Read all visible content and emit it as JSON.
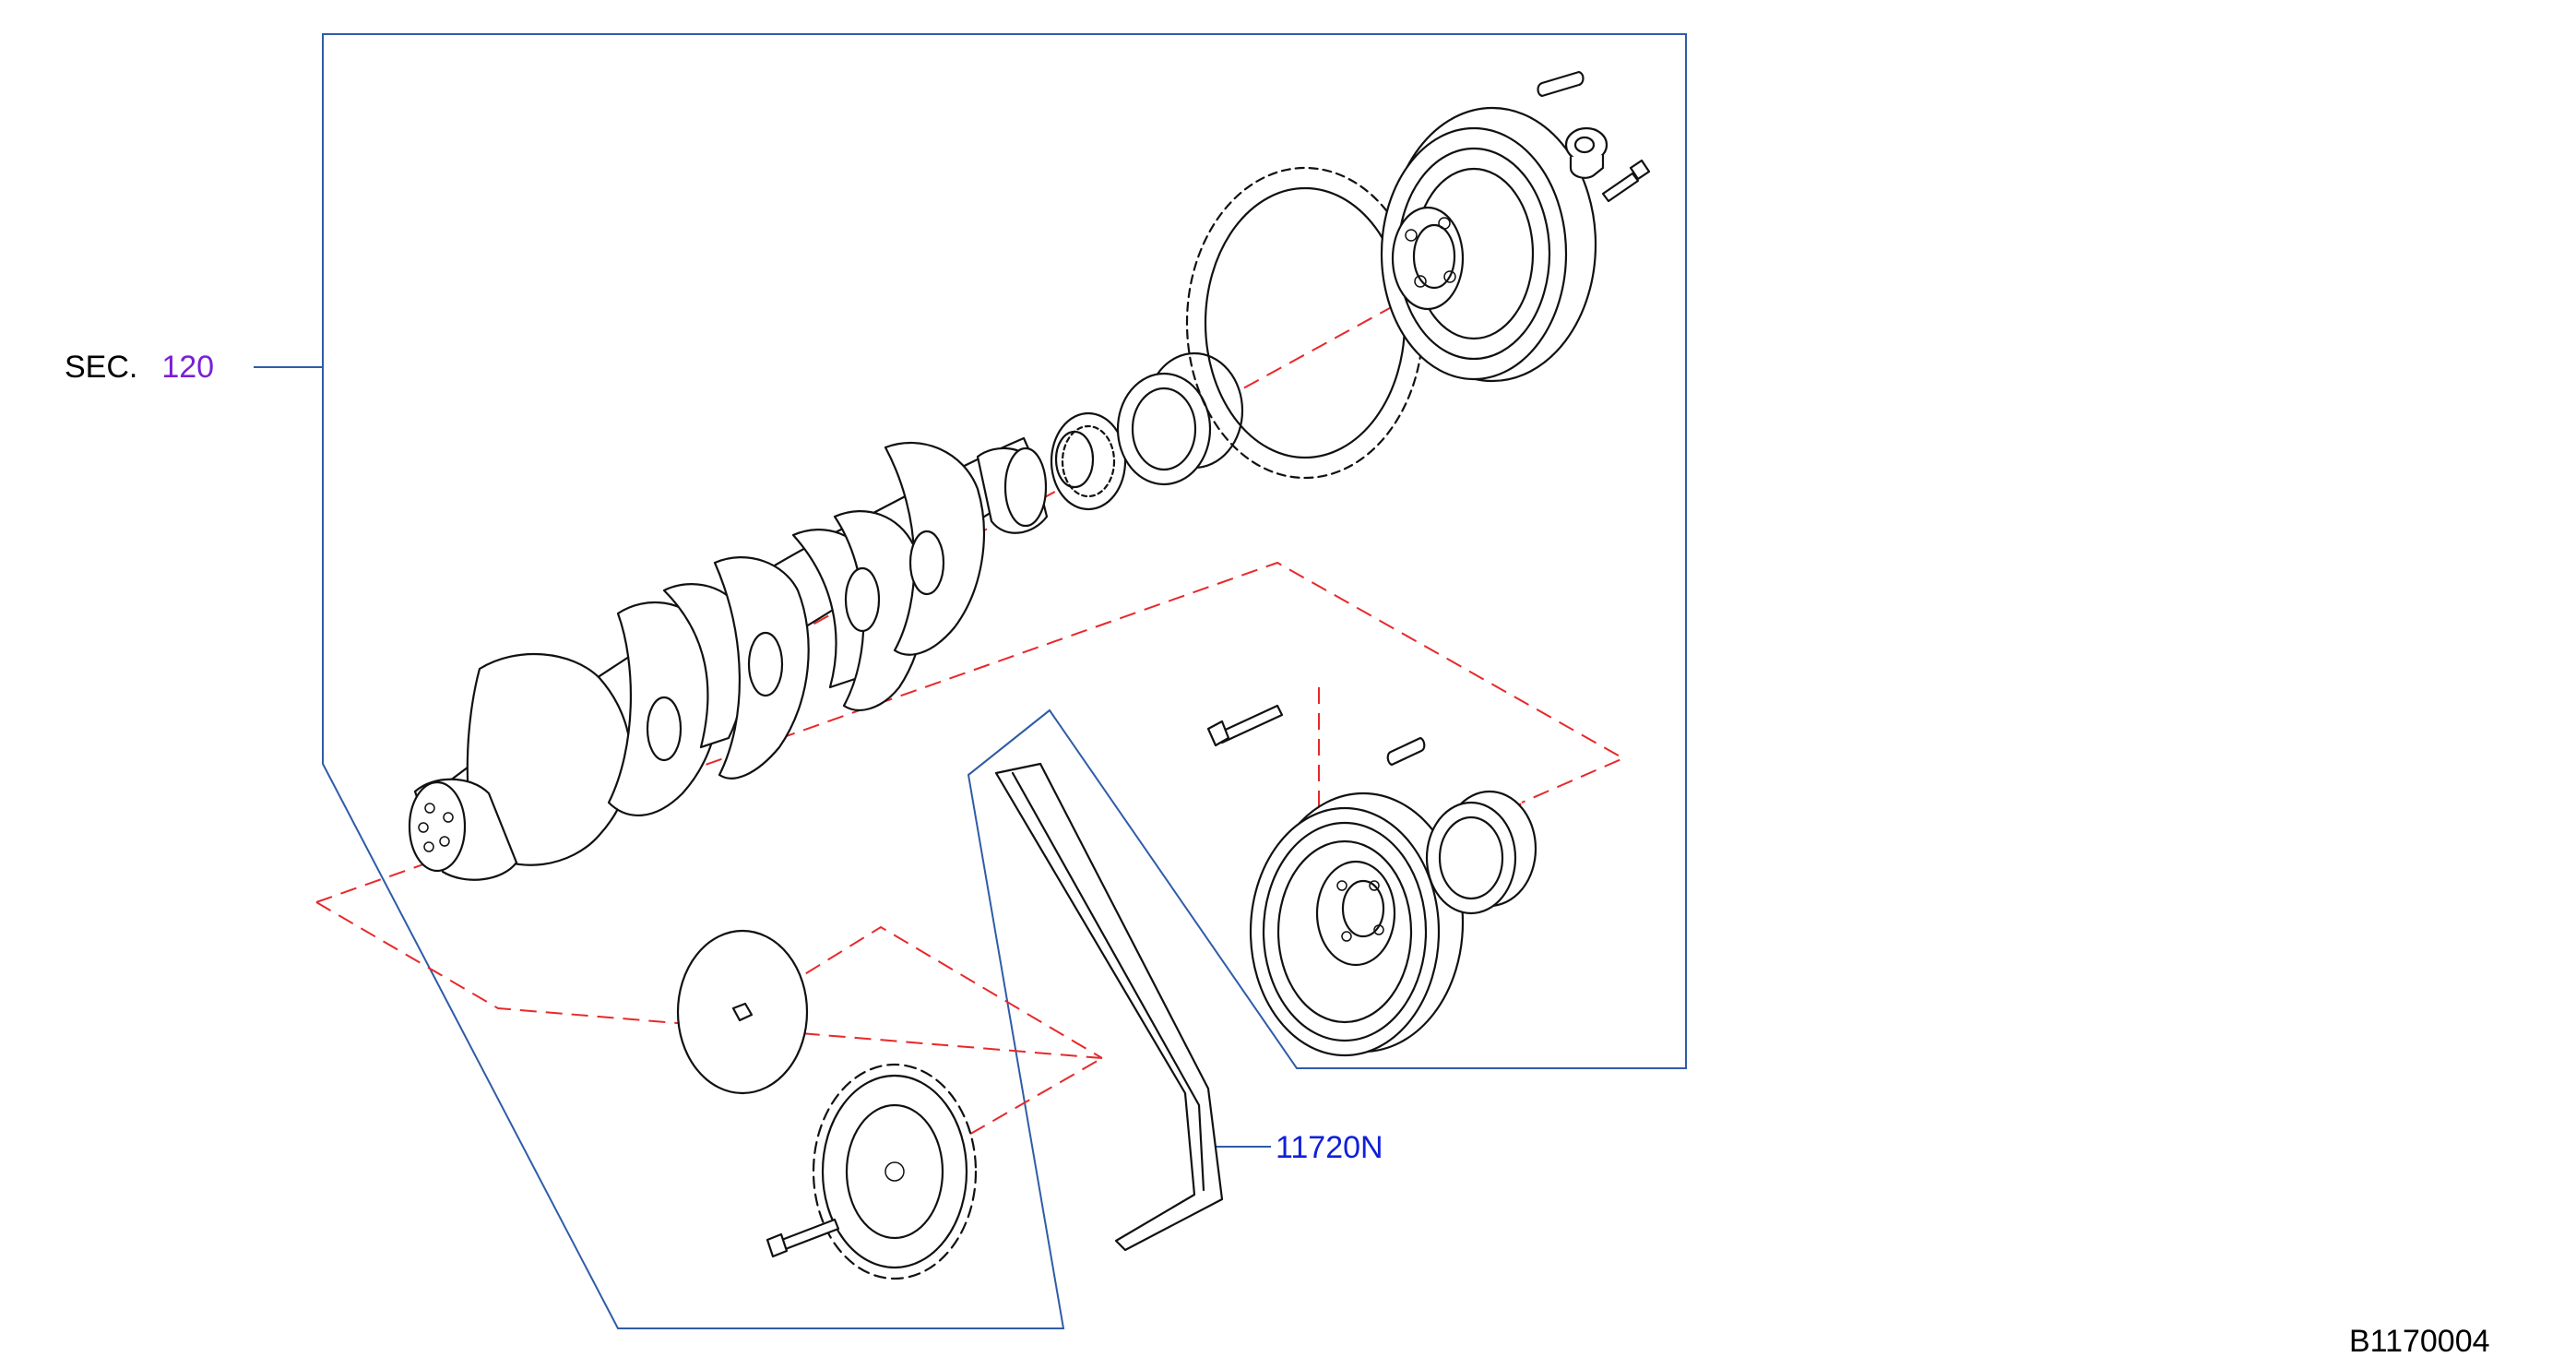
{
  "diagram": {
    "section_reference": {
      "prefix": "SEC.",
      "number": "120"
    },
    "part_callout": "11720N",
    "figure_code": "B1170004",
    "colors": {
      "frame_line": "#2f5ca8",
      "centerline_dash": "#e8282a",
      "section_number": "#7a1fd6",
      "part_link": "#1020d8",
      "drawing": "#111111"
    },
    "parts_depicted": [
      "crankshaft-icon",
      "timing-sprocket-icon",
      "rear-oil-seal-icon",
      "signal-plate-icon",
      "flywheel-icon",
      "pilot-bushing-icon",
      "flywheel-bolt-icon",
      "crankshaft-pulley-icon",
      "front-oil-seal-icon",
      "pulley-bolt-icon",
      "woodruff-key-icon",
      "drive-belt-icon",
      "reinforcement-plate-icon",
      "drive-plate-icon"
    ]
  }
}
